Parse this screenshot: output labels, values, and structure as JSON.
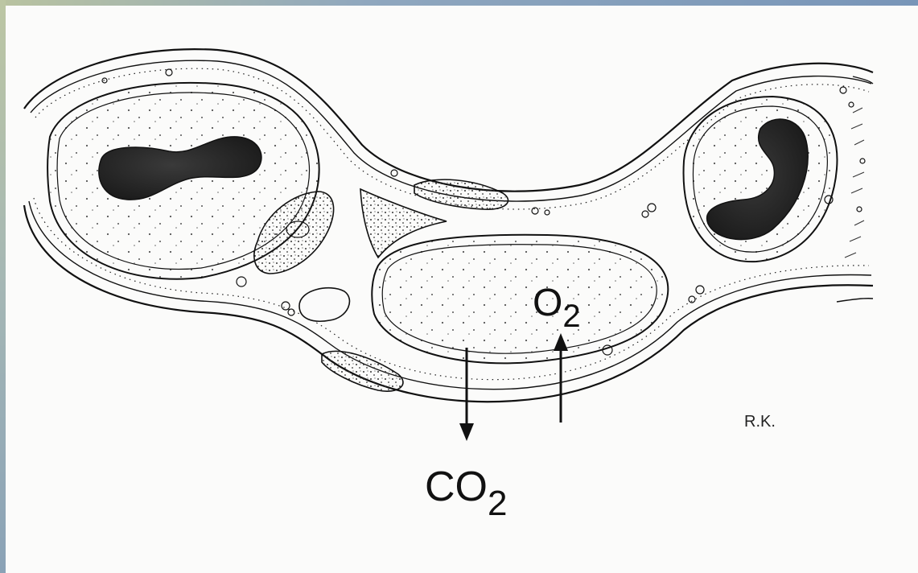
{
  "diagram": {
    "labels": {
      "o2_main": "O",
      "o2_sub": "2",
      "co2_main": "CO",
      "co2_sub": "2",
      "signature": "R.K."
    },
    "colors": {
      "frame_gradient": [
        "#b9c3a0",
        "#7895b8"
      ],
      "ink": "#111111",
      "nucleus": "#2b2b2b",
      "paper": "#fbfbfa"
    }
  }
}
